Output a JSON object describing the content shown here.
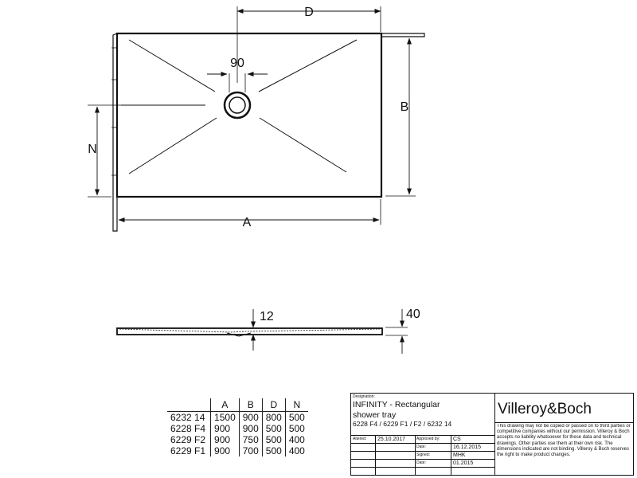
{
  "dimension_labels": {
    "d": "D",
    "drain_width": "90",
    "b": "B",
    "n": "N",
    "a": "A",
    "drain_depth": "12",
    "thickness": "40"
  },
  "table": {
    "headers": [
      "",
      "A",
      "B",
      "D",
      "N"
    ],
    "rows": [
      [
        "6232 14",
        "1500",
        "900",
        "800",
        "500"
      ],
      [
        "6228 F4",
        "900",
        "900",
        "500",
        "500"
      ],
      [
        "6229 F2",
        "900",
        "750",
        "500",
        "400"
      ],
      [
        "6229 F1",
        "900",
        "700",
        "500",
        "400"
      ]
    ]
  },
  "title_block": {
    "designation_label": "Designation:",
    "designation_line1": "INFINITY - Rectangular",
    "designation_line2": "shower tray",
    "designation_line3": "6228 F4 / 6229 F1 / F2 / 6232 14",
    "brand": "Villeroy&Boch",
    "altered_label": "Altered:",
    "altered_value": "25.10.2017",
    "approved_label": "Approved by:",
    "approved_value": "CS",
    "date_label": "Date:",
    "date_value": "16.12.2015",
    "signed_label": "Signed:",
    "signed_value": "MHK",
    "date2_label": "Date:",
    "date2_value": "01.2015",
    "notice": "This drawing may not be copied or passed on to third parties or competitive companies without our permission. Villeroy & Boch accepts no liability whatsoever for these data and technical drawings. Other parties use them at their own risk. The dimensions indicated are not binding. Villeroy & Boch reserves the right to make product changes."
  }
}
